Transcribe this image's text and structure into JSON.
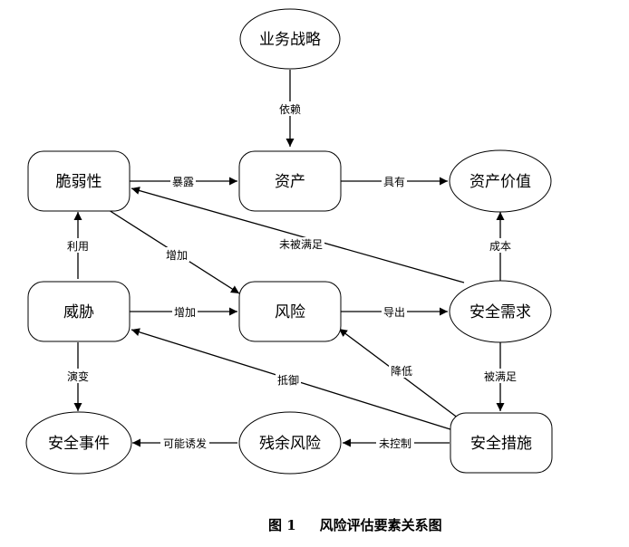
{
  "nodes": {
    "business_strategy": "业务战略",
    "assets": "资产",
    "asset_value": "资产价值",
    "vulnerability": "脆弱性",
    "threat": "威胁",
    "risk": "风险",
    "security_requirement": "安全需求",
    "security_incident": "安全事件",
    "residual_risk": "残余风险",
    "security_measure": "安全措施"
  },
  "edges": {
    "depends_on": "依赖",
    "exposes": "暴露",
    "has": "具有",
    "not_satisfied": "未被满足",
    "cost": "成本",
    "exploits": "利用",
    "increases_1": "增加",
    "increases_2": "增加",
    "derives": "导出",
    "evolves": "演变",
    "resists": "抵御",
    "reduces": "降低",
    "satisfied_by": "被满足",
    "may_induce": "可能诱发",
    "uncontrolled": "未控制"
  },
  "caption": {
    "figure_number": "图 1",
    "title": "风险评估要素关系图"
  }
}
